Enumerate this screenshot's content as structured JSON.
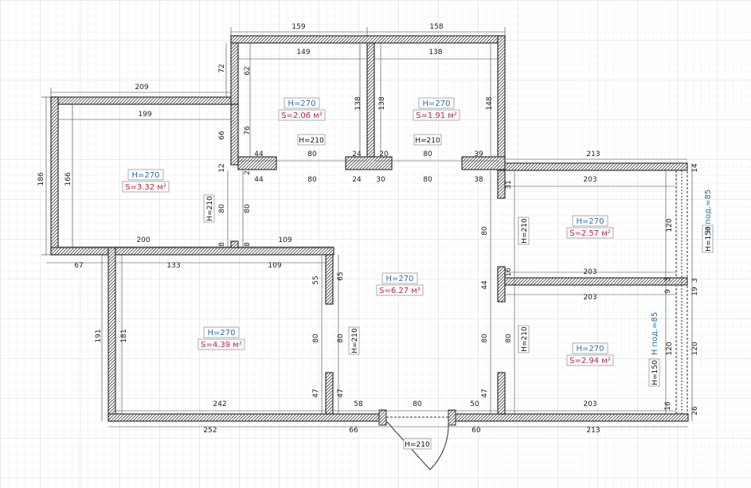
{
  "rooms": [
    {
      "height": "H=270",
      "area": "S=3.32 м²"
    },
    {
      "height": "H=270",
      "area": "S=2.06 м²"
    },
    {
      "height": "H=270",
      "area": "S=1.91 м²"
    },
    {
      "height": "H=270",
      "area": "S=2.57 м²"
    },
    {
      "height": "H=270",
      "area": "S=6.27 м²"
    },
    {
      "height": "H=270",
      "area": "S=4.39 м²"
    },
    {
      "height": "H=270",
      "area": "S=2.94 м²"
    }
  ],
  "openings": [
    "H=210",
    "H=210",
    "H=210",
    "H=210",
    "H=210",
    "H=210",
    "H=210",
    "H=150",
    "H=150"
  ],
  "sill_labels": [
    "H под.=85",
    "H под.=85"
  ],
  "dims": [
    "159",
    "158",
    "149",
    "138",
    "209",
    "72",
    "62",
    "138",
    "138",
    "148",
    "199",
    "76",
    "66",
    "12",
    "2",
    "44",
    "80",
    "24",
    "20",
    "80",
    "39",
    "44",
    "80",
    "24",
    "30",
    "80",
    "38",
    "213",
    "14",
    "186",
    "166",
    "203",
    "31",
    "80",
    "80",
    "80",
    "8",
    "8",
    "200",
    "109",
    "67",
    "133",
    "109",
    "65",
    "55",
    "120",
    "16",
    "203",
    "3",
    "9",
    "19",
    "3",
    "44",
    "203",
    "181",
    "191",
    "80",
    "80",
    "80",
    "80",
    "120",
    "120",
    "47",
    "47",
    "47",
    "242",
    "58",
    "80",
    "50",
    "203",
    "16",
    "26",
    "252",
    "66",
    "60",
    "213"
  ]
}
